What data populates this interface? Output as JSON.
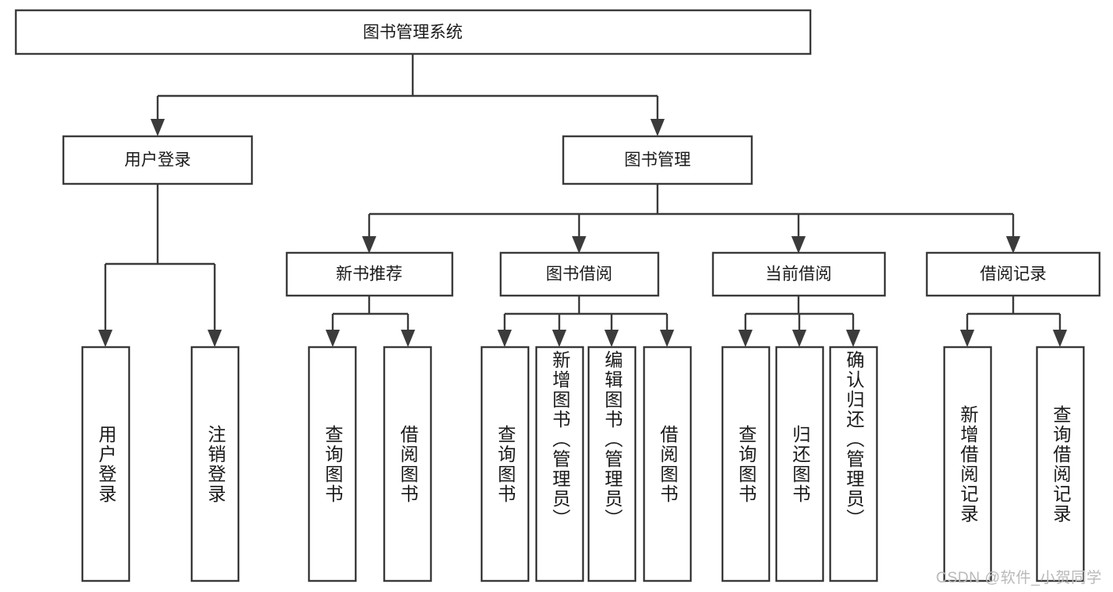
{
  "diagram": {
    "type": "tree-hierarchy",
    "title_node": "图书管理系统",
    "watermark": "CSDN @软件_小贺同学",
    "colors": {
      "stroke": "#3b3b3b",
      "box_fill": "#ffffff",
      "text": "#1a1a1a",
      "watermark": "#b9b9b9",
      "background": "#ffffff"
    },
    "nodes": {
      "root": "图书管理系统",
      "level1": [
        "用户登录",
        "图书管理"
      ],
      "level2": [
        "新书推荐",
        "图书借阅",
        "当前借阅",
        "借阅记录"
      ],
      "leaves": {
        "user_login": [
          "用户登录",
          "注销登录"
        ],
        "new_book_recommend": [
          "查询图书",
          "借阅图书"
        ],
        "book_borrow": [
          "查询图书",
          "新增图书（管理员）",
          "编辑图书（管理员）",
          "借阅图书"
        ],
        "current_borrow": [
          "查询图书",
          "归还图书",
          "确认归还（管理员）"
        ],
        "borrow_record": [
          "新增借阅记录",
          "查询借阅记录"
        ]
      }
    }
  }
}
